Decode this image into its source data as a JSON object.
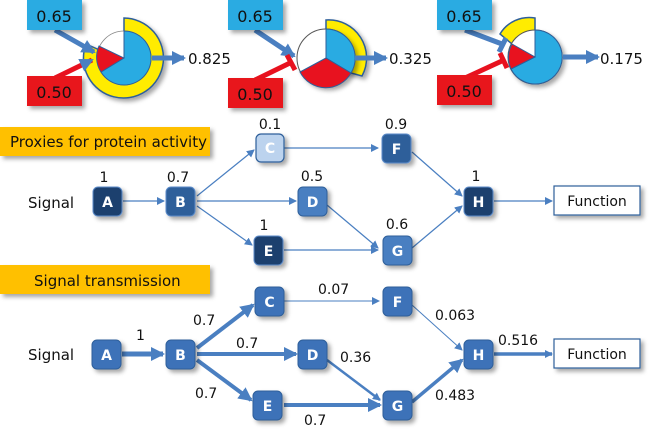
{
  "logic_gates": [
    {
      "activator_value": "0.65",
      "inhibitor_value": "0.50",
      "output_value": "0.825"
    },
    {
      "activator_value": "0.65",
      "inhibitor_value": "0.50",
      "output_value": "0.325"
    },
    {
      "activator_value": "0.65",
      "inhibitor_value": "0.50",
      "output_value": "0.175"
    }
  ],
  "colors": {
    "activator": "#29abe2",
    "inhibitor": "#e8121f",
    "output_ring": "#ffec00",
    "banner": "#ffc000",
    "node_dark": "#1f3f6e",
    "node_mid": "#2e5f9a",
    "node_light": "#4a7fc1",
    "node_pale": "#bcd3ee",
    "edge": "#4a7fc1"
  },
  "panel_activity": {
    "banner": "Proxies for protein activity",
    "signal_label": "Signal",
    "function_label": "Function",
    "nodes": [
      {
        "id": "A",
        "value": "1"
      },
      {
        "id": "B",
        "value": "0.7"
      },
      {
        "id": "C",
        "value": "0.1"
      },
      {
        "id": "D",
        "value": "0.5"
      },
      {
        "id": "E",
        "value": "1"
      },
      {
        "id": "F",
        "value": "0.9"
      },
      {
        "id": "G",
        "value": "0.6"
      },
      {
        "id": "H",
        "value": "1"
      }
    ]
  },
  "panel_transmission": {
    "banner": "Signal transmission",
    "signal_label": "Signal",
    "function_label": "Function",
    "nodes": [
      "A",
      "B",
      "C",
      "D",
      "E",
      "F",
      "G",
      "H"
    ],
    "edges": [
      {
        "from": "A",
        "to": "B",
        "value": "1"
      },
      {
        "from": "B",
        "to": "C",
        "value": "0.7"
      },
      {
        "from": "B",
        "to": "D",
        "value": "0.7"
      },
      {
        "from": "B",
        "to": "E",
        "value": "0.7"
      },
      {
        "from": "C",
        "to": "F",
        "value": "0.07"
      },
      {
        "from": "D",
        "to": "G",
        "value": "0.36"
      },
      {
        "from": "E",
        "to": "G",
        "value": "0.7"
      },
      {
        "from": "F",
        "to": "H",
        "value": "0.063"
      },
      {
        "from": "G",
        "to": "H",
        "value": "0.483"
      },
      {
        "from": "H",
        "to": "Function",
        "value": "0.516"
      }
    ]
  }
}
